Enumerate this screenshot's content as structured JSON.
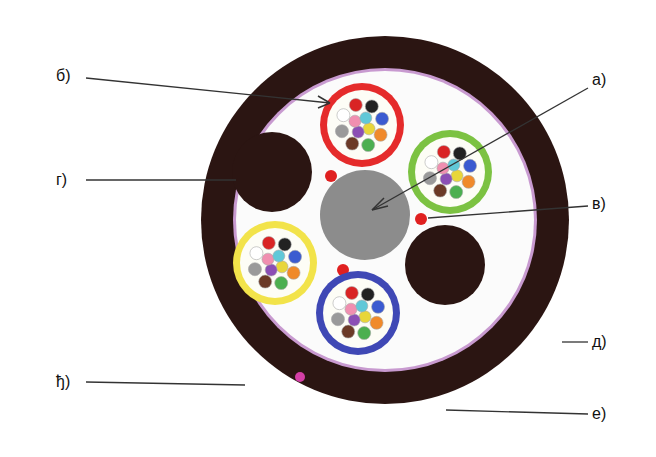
{
  "diagram": {
    "labels": [
      "б)",
      "а)",
      "г)",
      "в)",
      "д)",
      "ђ)",
      "е)"
    ]
  }
}
